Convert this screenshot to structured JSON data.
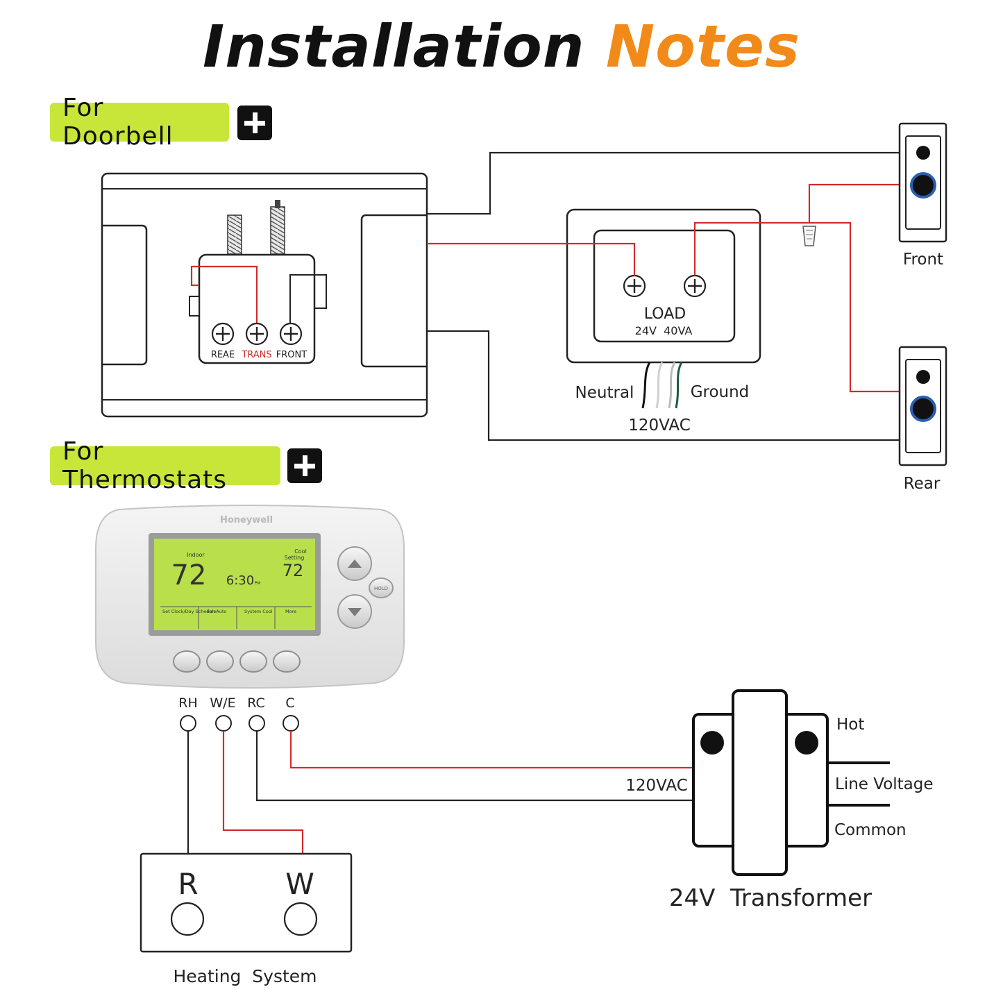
{
  "title": {
    "part1": "Installation",
    "part2": "Notes"
  },
  "colors": {
    "accent": "#f28a1a",
    "label_bg": "#c8e63a",
    "wire_red": "#d42a2a",
    "wire_black": "#222222",
    "button_blue": "#2a5fb0",
    "lcd_green": "#b9e04a"
  },
  "doorbell": {
    "section_label": "For Doorbell",
    "chime_terminals": [
      "REAE",
      "TRANS",
      "FRONT"
    ],
    "load_label": "LOAD",
    "load_rating": "24V  40VA",
    "neutral_label": "Neutral",
    "ground_label": "Ground",
    "supply_label": "120VAC",
    "front_label": "Front",
    "rear_label": "Rear"
  },
  "thermostat": {
    "section_label": "For Thermostats",
    "brand": "Honeywell",
    "display": {
      "indoor_label": "Indoor",
      "indoor_temp": "72",
      "time": "6:30",
      "time_suffix": "PM",
      "cool_label": "Cool",
      "setting_label": "Setting",
      "setting_temp": "72",
      "menu": [
        "Set Clock/Day Schedule",
        "Fan Auto",
        "System Cool",
        "More"
      ]
    },
    "hold_label": "HOLD",
    "terminals": [
      "RH",
      "W/E",
      "RC",
      "C"
    ],
    "heating_terminals": [
      "R",
      "W"
    ],
    "heating_label": "Heating  System",
    "supply_label": "120VAC",
    "transformer": {
      "hot_label": "Hot",
      "line_label": "Line Voltage",
      "common_label": "Common",
      "name": "24V  Transformer"
    }
  }
}
